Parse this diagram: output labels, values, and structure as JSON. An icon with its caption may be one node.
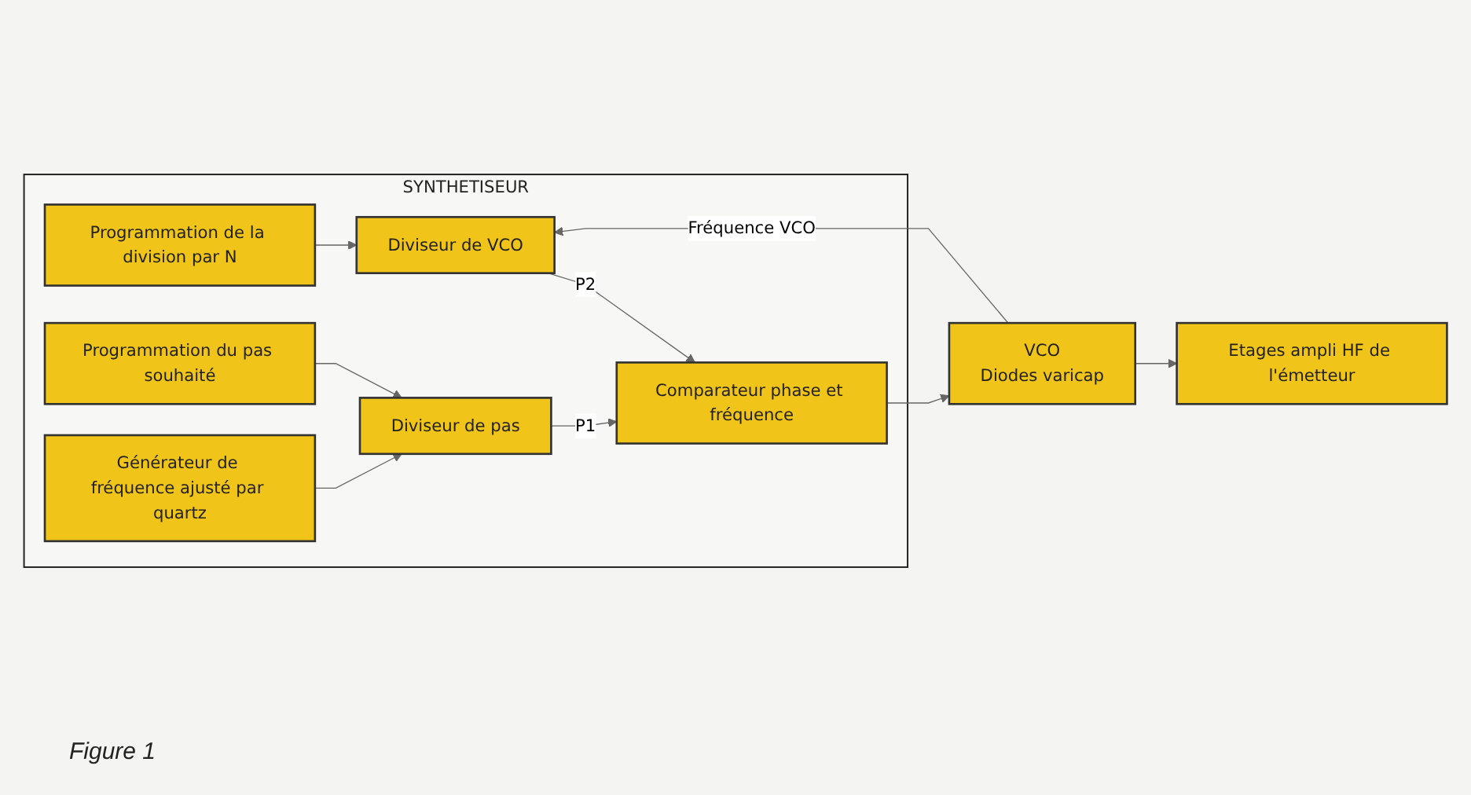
{
  "diagram": {
    "caption": "Figure 1",
    "nodes": [
      {
        "text": [
          "SYNTHETISEUR"
        ]
      },
      {
        "text": [
          "Etages ampli HF de l'émetteur"
        ]
      },
      {
        "text": [
          "Programmation de la division par N"
        ],
        "in": 0
      },
      {
        "text": [
          "Programmation du pas souhaité"
        ],
        "in": 0
      },
      {
        "text": [
          "Diviseur de VCO"
        ],
        "in": 0
      },
      {
        "text": [
          "Générateur de fréquence ajusté par quartz"
        ],
        "in": 0
      },
      {
        "text": [
          "VCO",
          "Diodes varicap"
        ]
      },
      {
        "text": [
          "Comparateur phase et fréquence"
        ],
        "in": 0
      },
      {
        "text": [
          "Diviseur de pas"
        ],
        "in": 0
      }
    ],
    "edges": [
      {
        "from": 6,
        "to": 1,
        "arrow": "to"
      },
      {
        "from": 6,
        "to": 4,
        "arrow": "to",
        "label": "Fréquence VCO"
      },
      {
        "from": 2,
        "to": 4,
        "arrow": "to"
      },
      {
        "from": 4,
        "to": 7,
        "arrow": "to",
        "label": "P2"
      },
      {
        "from": 3,
        "to": 8,
        "arrow": "to"
      },
      {
        "from": 5,
        "to": 8,
        "arrow": "to"
      },
      {
        "from": 8,
        "to": 7,
        "arrow": "to",
        "label": "P1"
      },
      {
        "from": 7,
        "to": 6,
        "arrow": "to"
      }
    ]
  }
}
